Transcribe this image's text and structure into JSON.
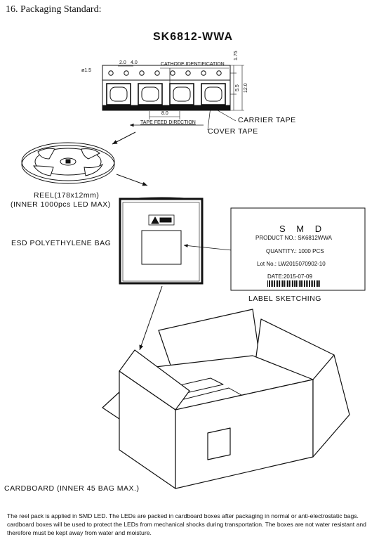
{
  "section_heading": "16. Packaging Standard:",
  "part_number": "SK6812-WWA",
  "tape": {
    "cathode_label": "CATHODE IDENTIFICATION",
    "feed_direction": "TAPE FEED DIRECTION",
    "carrier_tape": "CARRIER TAPE",
    "cover_tape": "COVER TAPE",
    "dims": {
      "hole_dia": "ø1.5",
      "pitch_holes": "4.0",
      "pitch_small": "2.0",
      "pitch_led": "8.0",
      "edge": "1.75",
      "inner": "5.5",
      "width": "12.0"
    }
  },
  "reel": {
    "line1": "REEL(178x12mm)",
    "line2": "(INNER 1000pcs LED MAX)"
  },
  "bag": {
    "label": "ESD POLYETHYLENE BAG"
  },
  "label_card": {
    "title": "S M D",
    "product": "PRODUCT NO.: SK6812WWA",
    "quantity": "QUANTITY.: 1000 PCS",
    "lot": "Lot No.: LW2015070902-10",
    "date": "DATE:2015-07-09",
    "caption": "LABEL SKETCHING"
  },
  "box": {
    "label": "CARDBOARD (INNER 45 BAG MAX.)"
  },
  "footer_text": "The reel pack is applied in SMD LED. The LEDs are packed in cardboard boxes after packaging in normal or anti-electrostatic bags. cardboard boxes will be used to protect the LEDs from mechanical shocks during transportation. The boxes are not water resistant and therefore must be kept away from water and moisture."
}
